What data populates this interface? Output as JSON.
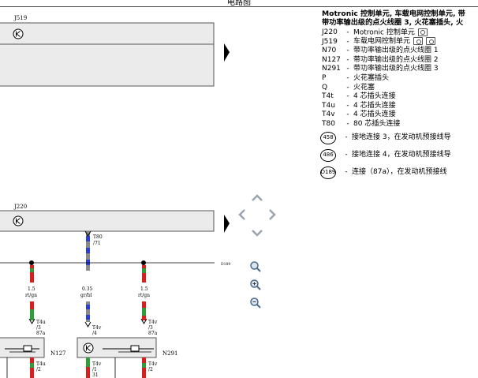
{
  "window": {
    "title": "电路图"
  },
  "diagram": {
    "upper_module_label": "J519",
    "lower_module_label": "J220",
    "connector_top_label": "T80",
    "connector_top_pin": "/71",
    "ground_label": "D189",
    "wires": [
      {
        "size": "1.5",
        "color": "rt/gn"
      },
      {
        "size": "0.35",
        "color": "gr/bl"
      },
      {
        "size": "1.5",
        "color": "rt/gn"
      }
    ],
    "plug_left": {
      "label": "T4u",
      "pin": "/3",
      "pin2": "87a"
    },
    "plug_mid": {
      "label": "T4v",
      "pin": "/4"
    },
    "plug_right": {
      "label": "T4v",
      "pin": "/3",
      "pin2": "87a"
    },
    "coil_left_label": "N127",
    "coil_right_label": "N291",
    "bottom_left": {
      "label": "T4u",
      "pin": "/2"
    },
    "bottom_mid": {
      "label": "T4v",
      "pin": "/1",
      "pin2": "31"
    },
    "bottom_right": {
      "label": "T4v",
      "pin": "/2"
    }
  },
  "legend": {
    "header_line1": "Motronic 控制单元, 车载电网控制单元, 带",
    "header_line2": "带功率输出级的点火线圈 3, 火花塞插头, 火",
    "items": [
      {
        "code": "J220",
        "desc": "Motronic 控制单元",
        "icons": 1
      },
      {
        "code": "J519",
        "desc": "车载电网控制单元",
        "icons": 2
      },
      {
        "code": "N70",
        "desc": "带功率输出级的点火线圈 1",
        "icons": 0
      },
      {
        "code": "N127",
        "desc": "带功率输出级的点火线圈 2",
        "icons": 0
      },
      {
        "code": "N291",
        "desc": "带功率输出级的点火线圈 3",
        "icons": 0
      },
      {
        "code": "P",
        "desc": "火花塞插头",
        "icons": 0
      },
      {
        "code": "Q",
        "desc": "火花塞",
        "icons": 0
      },
      {
        "code": "T4t",
        "desc": "4 芯插头连接",
        "icons": 0
      },
      {
        "code": "T4u",
        "desc": "4 芯插头连接",
        "icons": 0
      },
      {
        "code": "T4v",
        "desc": "4 芯插头连接",
        "icons": 0
      },
      {
        "code": "T80",
        "desc": "80 芯插头连接",
        "icons": 0
      }
    ],
    "circle_items": [
      {
        "code": "458",
        "desc": "接地连接 3，在发动机预接线导"
      },
      {
        "code": "486",
        "desc": "接地连接 4，在发动机预接线导"
      },
      {
        "code": "D189",
        "desc": "连接（87a），在发动机预接线"
      }
    ]
  },
  "colors": {
    "wire_red": "#d62020",
    "wire_green": "#2e9e3a",
    "wire_grey": "#8a8a8a",
    "wire_blue": "#2a3fd6",
    "module_fill": "#ebebeb"
  }
}
